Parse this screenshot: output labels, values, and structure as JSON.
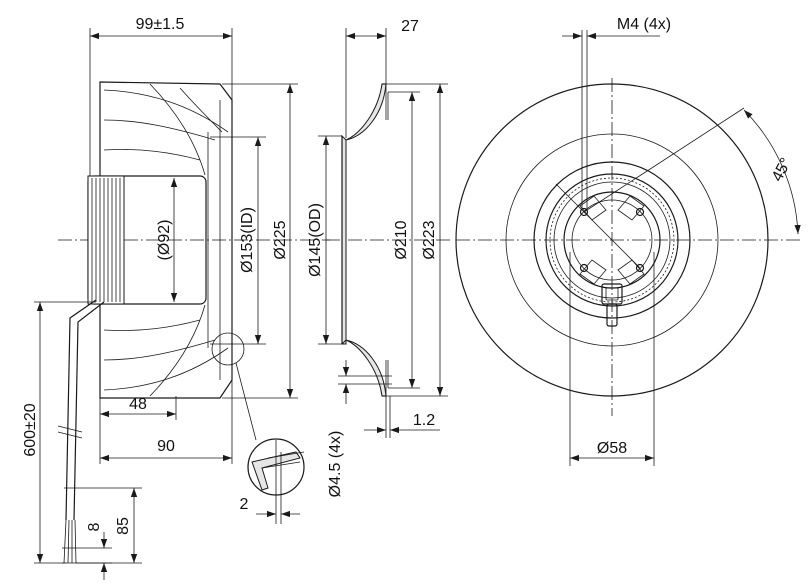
{
  "dimensions": {
    "overall_depth": "99±1.5",
    "flange_thickness": "27",
    "screw_thread": "M4 (4x)",
    "mount_angle": "45°",
    "motor_diameter": "(Ø92)",
    "inlet_id": "Ø153(ID)",
    "wheel_diameter": "Ø225",
    "inlet_od": "Ø145(OD)",
    "pitch_circle": "Ø210",
    "flange_diameter": "Ø223",
    "hub_depth": "48",
    "wheel_depth": "90",
    "cable_length": "600±20",
    "strip_length": "8",
    "lead_length": "85",
    "gap": "2",
    "hole_diameter": "Ø4.5 (4x)",
    "plate_thickness": "1.2",
    "hub_diameter": "Ø58"
  },
  "colors": {
    "line": "#1a1a1a",
    "shade": "#e6e6e6"
  }
}
